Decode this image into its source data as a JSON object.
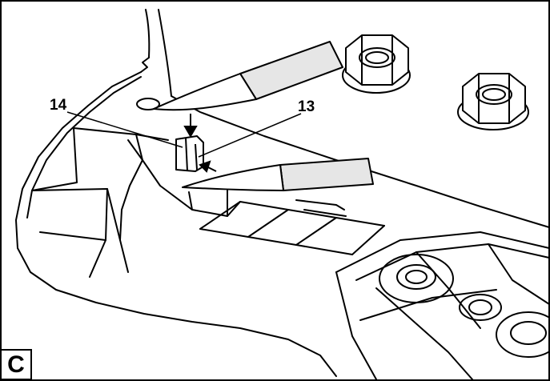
{
  "figure": {
    "panel_label": "C",
    "callouts": [
      {
        "id": "14",
        "label": "14"
      },
      {
        "id": "13",
        "label": "13"
      }
    ],
    "colors": {
      "line": "#000000",
      "background": "#ffffff",
      "shade": "#e6e6e6"
    }
  }
}
